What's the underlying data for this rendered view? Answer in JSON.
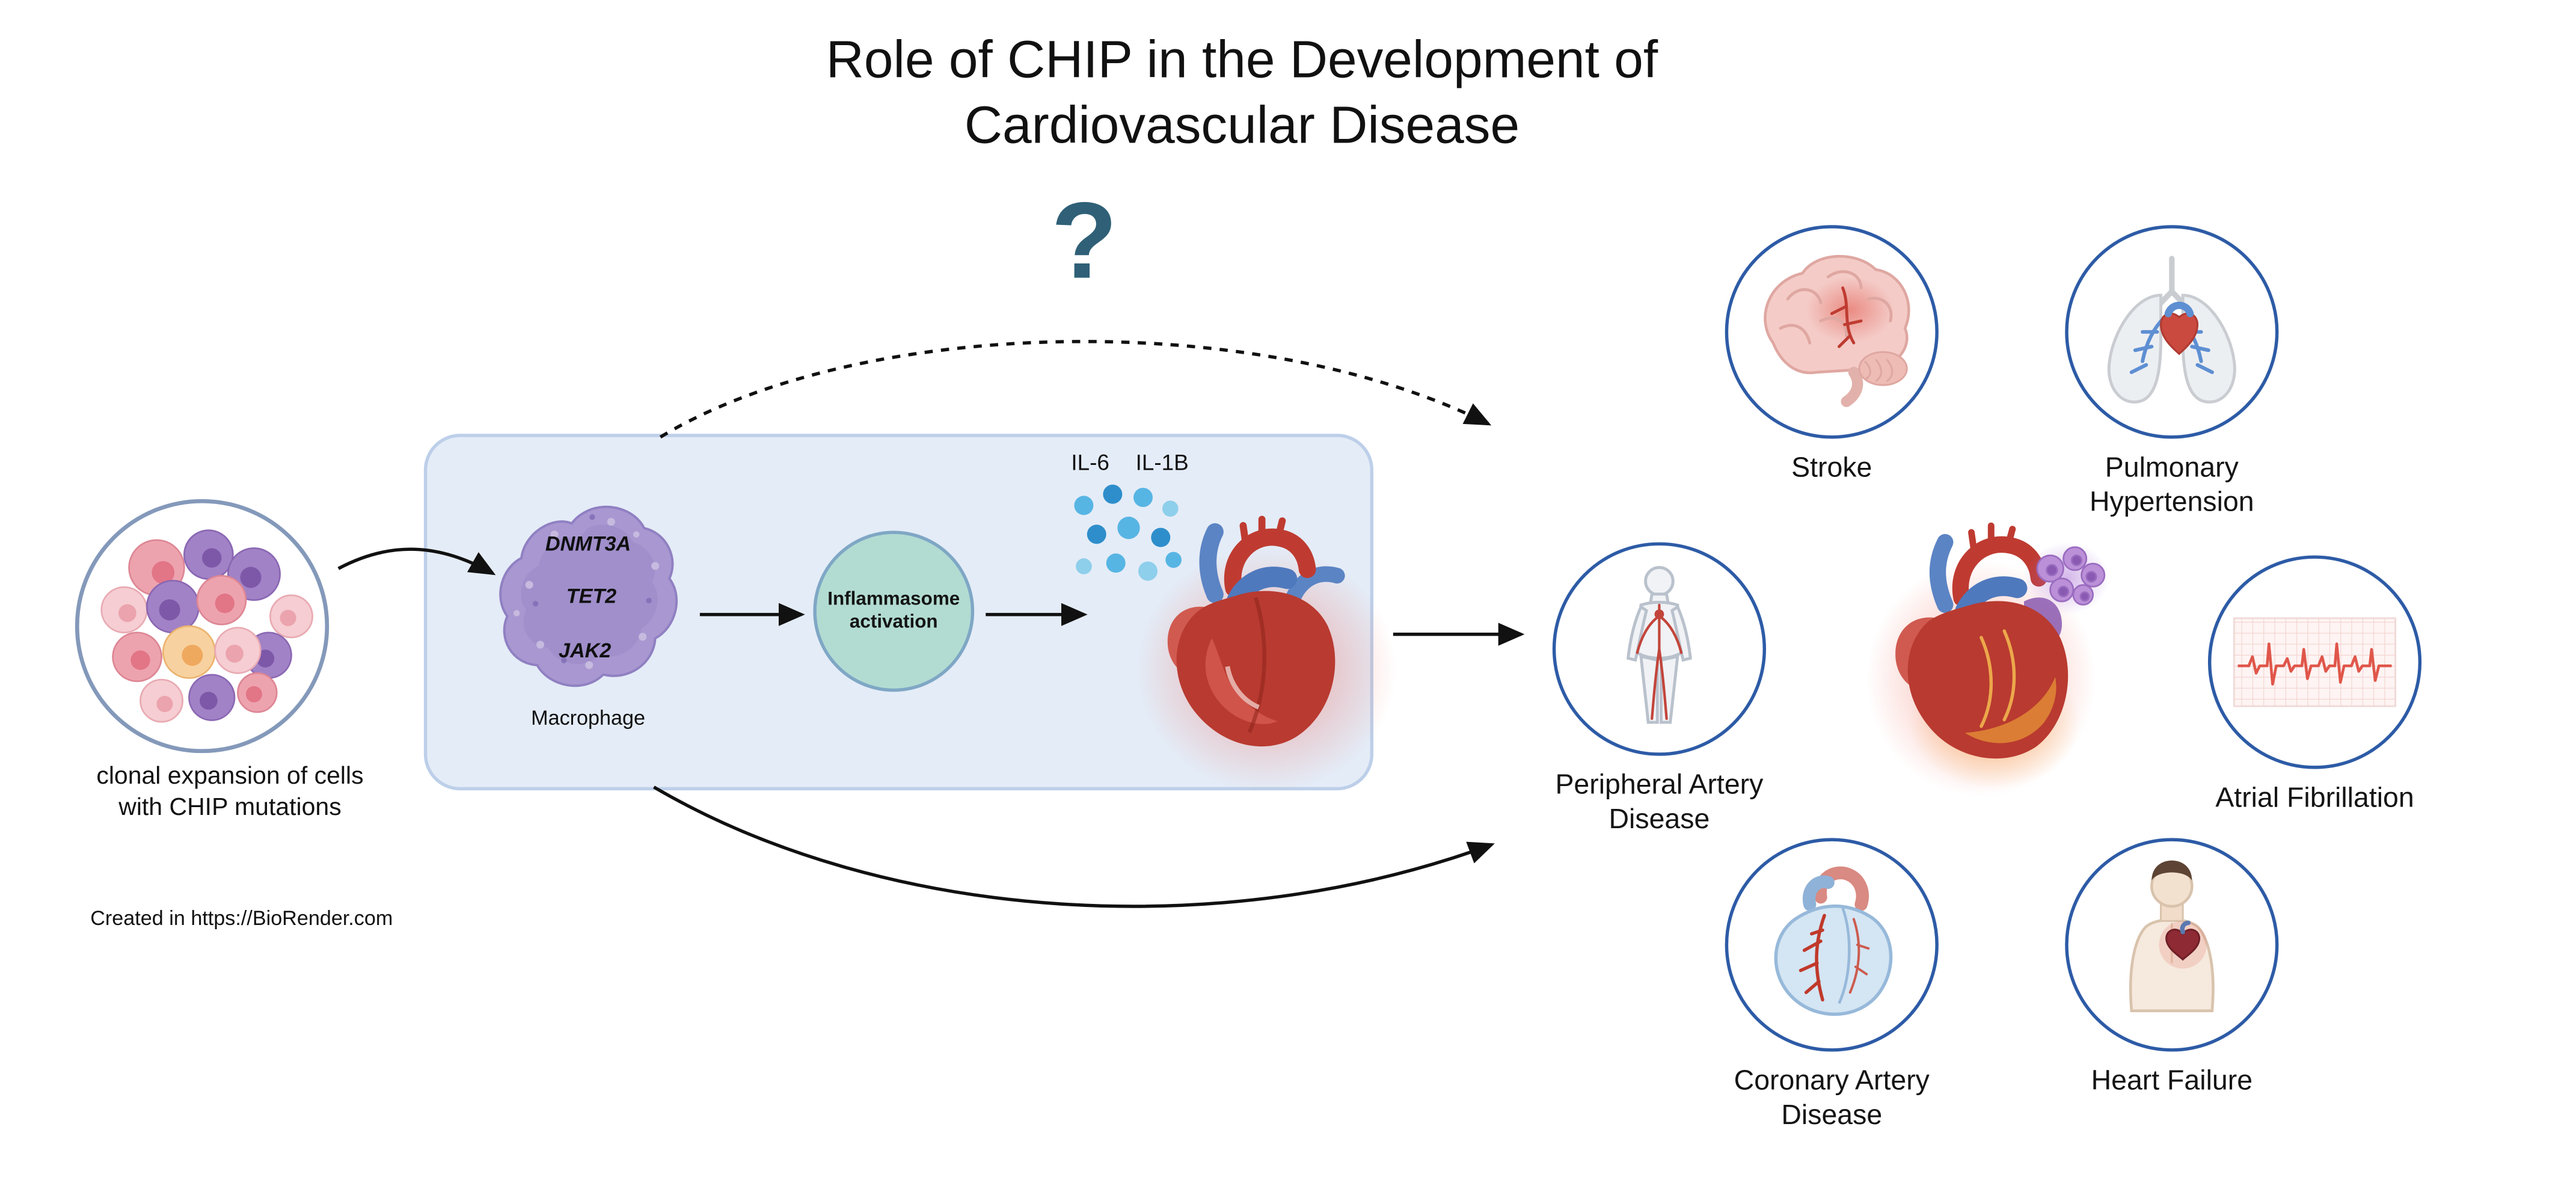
{
  "title": {
    "line1": "Role of CHIP in the Development of",
    "line2": "Cardiovascular Disease"
  },
  "question_mark": "?",
  "source_cells": {
    "caption_line1": "clonal expansion of cells",
    "caption_line2": "with CHIP mutations"
  },
  "credit": "Created in https://BioRender.com",
  "process": {
    "genes": [
      "DNMT3A",
      "TET2",
      "JAK2"
    ],
    "macrophage_label": "Macrophage",
    "inflammasome_label": "Inflammasome activation",
    "cytokines": [
      "IL-6",
      "IL-1B"
    ]
  },
  "outcomes": [
    {
      "id": "stroke",
      "label": "Stroke"
    },
    {
      "id": "pulmonary-hypertension",
      "label": "Pulmonary Hypertension"
    },
    {
      "id": "peripheral-artery-disease",
      "label": "Peripheral Artery Disease"
    },
    {
      "id": "atrial-fibrillation",
      "label": "Atrial Fibrillation"
    },
    {
      "id": "coronary-artery-disease",
      "label": "Coronary Artery Disease"
    },
    {
      "id": "heart-failure",
      "label": "Heart Failure"
    }
  ],
  "colors": {
    "process_box_fill": "#e4ecf7",
    "process_box_border": "#bdcfe9",
    "outcome_ring": "#2d5ba6",
    "question_mark": "#2f6077",
    "inflammasome_fill": "#b2dcd2",
    "cytokine_blue": "#3d9bd6",
    "macrophage_purple": "#a897d0",
    "heart_red": "#b93a30"
  }
}
